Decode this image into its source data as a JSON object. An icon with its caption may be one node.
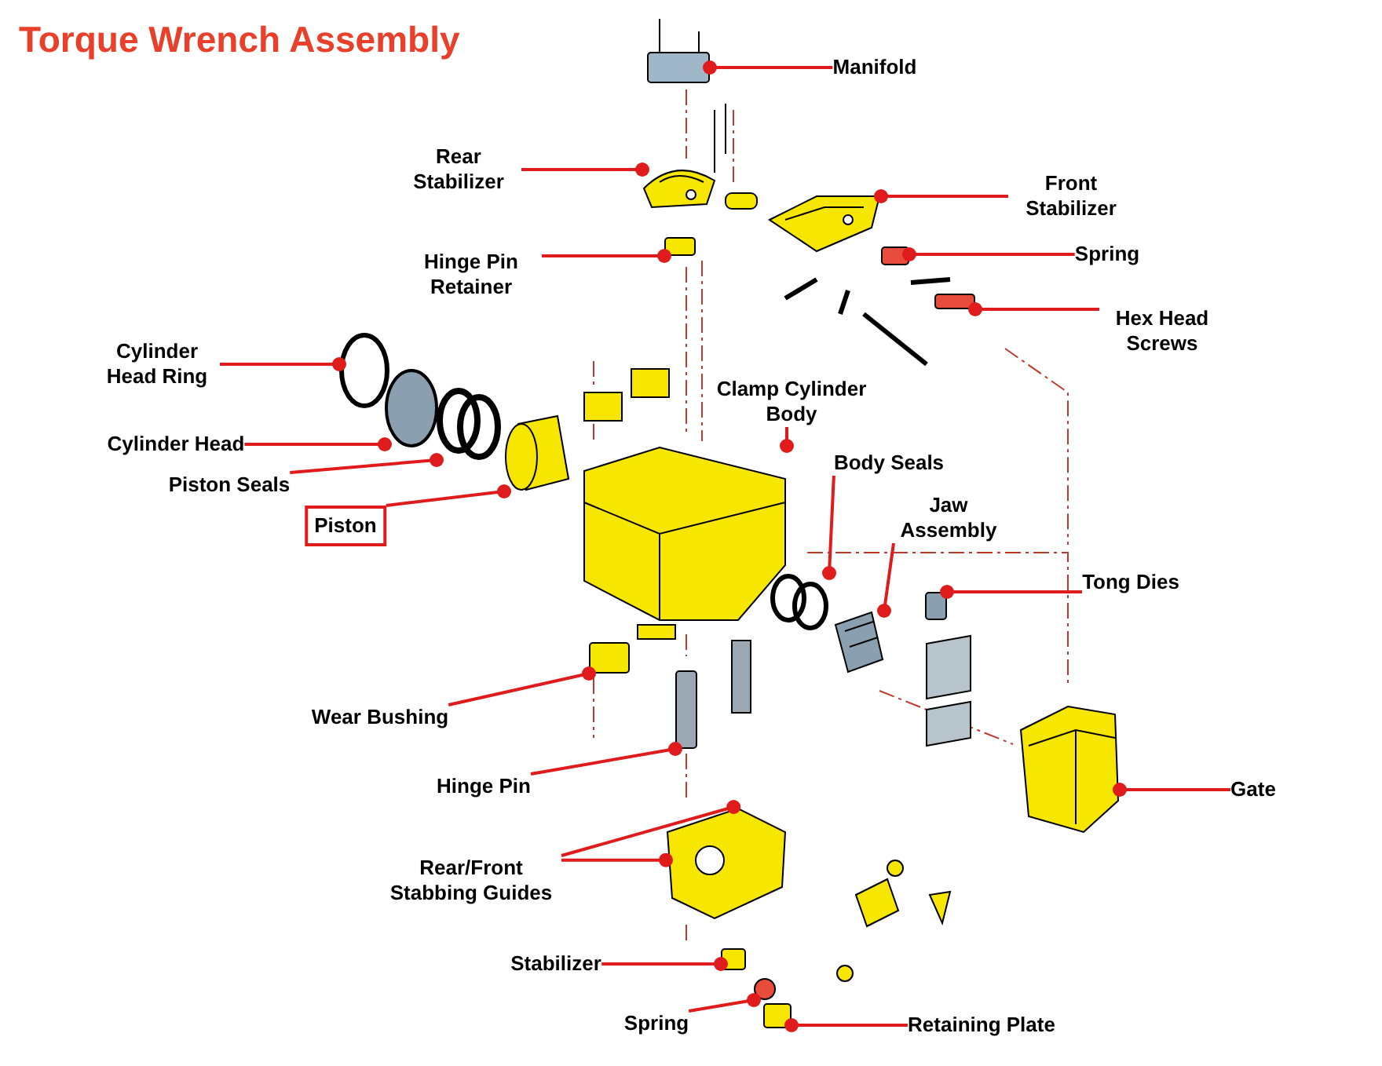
{
  "diagram": {
    "title": "Torque Wrench Assembly",
    "nodes": [
      {
        "text": [
          "Manifold"
        ]
      },
      {
        "text": [
          "Rear Stabilizer"
        ]
      },
      {
        "text": [
          "Front Stabilizer"
        ]
      },
      {
        "text": [
          "Spring"
        ]
      },
      {
        "text": [
          "Hinge Pin Retainer"
        ]
      },
      {
        "text": [
          "Hex Head Screws"
        ]
      },
      {
        "text": [
          "Cylinder Head Ring"
        ]
      },
      {
        "text": [
          "Clamp Cylinder Body"
        ]
      },
      {
        "text": [
          "Cylinder Head"
        ]
      },
      {
        "text": [
          "Body Seals"
        ]
      },
      {
        "text": [
          "Piston Seals"
        ]
      },
      {
        "text": [
          "Piston"
        ]
      },
      {
        "text": [
          "Jaw Assembly"
        ]
      },
      {
        "text": [
          "Tong Dies"
        ]
      },
      {
        "text": [
          "Wear Bushing"
        ]
      },
      {
        "text": [
          "Hinge Pin"
        ]
      },
      {
        "text": [
          "Gate"
        ]
      },
      {
        "text": [
          "Rear/Front Stabbing Guides"
        ]
      },
      {
        "text": [
          "Stabilizer"
        ]
      },
      {
        "text": [
          "Spring"
        ]
      },
      {
        "text": [
          "Retaining Plate"
        ]
      },
      {
        "text": [],
        "shape": "box"
      },
      {
        "text": [],
        "shape": "picture"
      },
      {
        "text": [],
        "shape": "picture"
      },
      {
        "text": [],
        "shape": "box"
      },
      {
        "text": [],
        "shape": "box"
      },
      {
        "text": [],
        "shape": "box"
      },
      {
        "text": [],
        "shape": "circle"
      },
      {
        "text": [],
        "shape": "picture"
      },
      {
        "text": [],
        "shape": "circle"
      },
      {
        "text": [],
        "shape": "picture"
      },
      {
        "text": [],
        "shape": "circle"
      },
      {
        "text": [],
        "shape": "picture"
      },
      {
        "text": [],
        "shape": "picture"
      },
      {
        "text": [],
        "shape": "box"
      },
      {
        "text": [],
        "shape": "box"
      },
      {
        "text": [],
        "shape": "box"
      },
      {
        "text": [],
        "shape": "picture"
      },
      {
        "text": [],
        "shape": "picture"
      },
      {
        "text": [],
        "shape": "box"
      },
      {
        "text": [],
        "shape": "circle"
      },
      {
        "text": [],
        "shape": "box"
      }
    ],
    "edges": [
      {
        "from": 0,
        "to": 21,
        "arrow": "other"
      },
      {
        "from": 1,
        "to": 22,
        "arrow": "other"
      },
      {
        "from": 2,
        "to": 23,
        "arrow": "other"
      },
      {
        "from": 3,
        "to": 24,
        "arrow": "other"
      },
      {
        "from": 4,
        "to": 25,
        "arrow": "other"
      },
      {
        "from": 5,
        "to": 26,
        "arrow": "other"
      },
      {
        "from": 6,
        "to": 27,
        "arrow": "other"
      },
      {
        "from": 7,
        "to": 28,
        "arrow": "other"
      },
      {
        "from": 8,
        "to": 29,
        "arrow": "other"
      },
      {
        "from": 9,
        "to": 30,
        "arrow": "other"
      },
      {
        "from": 10,
        "to": 31,
        "arrow": "other"
      },
      {
        "from": 11,
        "to": 32,
        "arrow": "other"
      },
      {
        "from": 12,
        "to": 33,
        "arrow": "other"
      },
      {
        "from": 13,
        "to": 34,
        "arrow": "other"
      },
      {
        "from": 14,
        "to": 35,
        "arrow": "other"
      },
      {
        "from": 15,
        "to": 36,
        "arrow": "other"
      },
      {
        "from": 16,
        "to": 37,
        "arrow": "other"
      },
      {
        "from": 17,
        "to": 38,
        "arrow": "other"
      },
      {
        "from": 17,
        "to": 38,
        "arrow": "other"
      },
      {
        "from": 18,
        "to": 39,
        "arrow": "other"
      },
      {
        "from": 19,
        "to": 40,
        "arrow": "other"
      },
      {
        "from": 20,
        "to": 41,
        "arrow": "other"
      }
    ]
  }
}
